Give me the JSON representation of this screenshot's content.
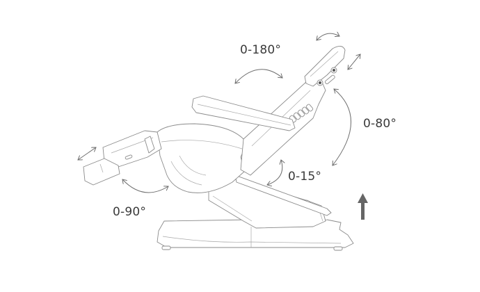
{
  "diagram": {
    "subject": "electric beauty / treatment chair, side view sketch",
    "labels": {
      "backrest_angle": "0-180°",
      "headrest_angle": "0-80°",
      "seat_tilt_angle": "0-15°",
      "legrest_angle": "0-90°"
    },
    "arrows": [
      {
        "name": "headrest-rotate-arrow",
        "type": "curved-double"
      },
      {
        "name": "headrest-slide-arrow",
        "type": "straight-double"
      },
      {
        "name": "backrest-rotate-arrow",
        "type": "curved-double"
      },
      {
        "name": "headrest-tilt-arrow",
        "type": "curved-double"
      },
      {
        "name": "seat-tilt-arrow",
        "type": "curved-double"
      },
      {
        "name": "legrest-rotate-arrow",
        "type": "curved-double"
      },
      {
        "name": "footrest-slide-arrow",
        "type": "straight-double"
      },
      {
        "name": "height-lift-arrow",
        "type": "solid-up",
        "color": "#666666"
      }
    ]
  }
}
